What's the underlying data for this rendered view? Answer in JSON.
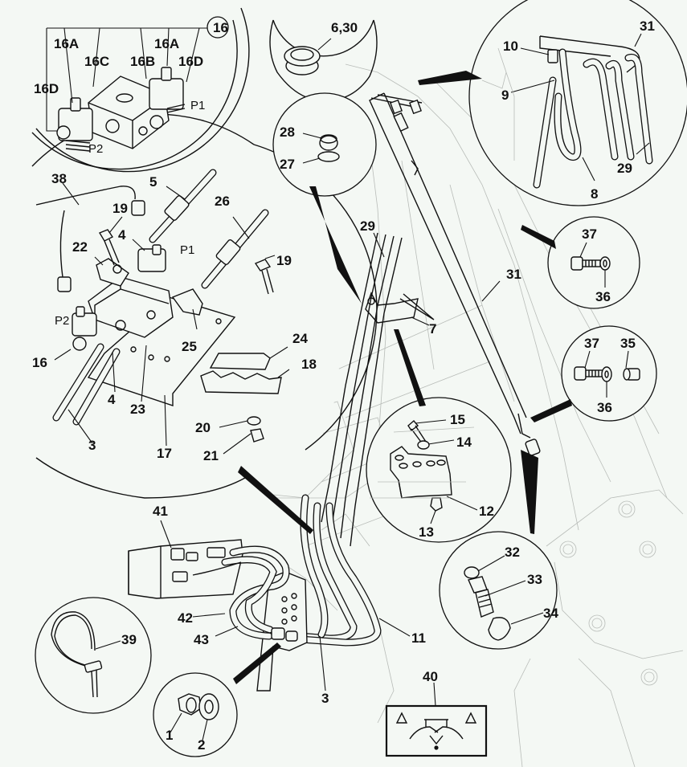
{
  "diagram": {
    "type": "exploded-parts-diagram",
    "subject": "Hydraulic hose routing with solenoid valve block",
    "background_color": "#f4f8f4",
    "ink_color": "#111111",
    "callouts": {
      "c16": "16",
      "c16a_left": "16A",
      "c16a_right": "16A",
      "c16b": "16B",
      "c16c": "16C",
      "c16d_left": "16D",
      "c16d_right": "16D",
      "p1_top": "P1",
      "p2_top": "P2",
      "c6_30": "6,30",
      "c28": "28",
      "c27": "27",
      "c10": "10",
      "c31_top": "31",
      "c9": "9",
      "c29_top": "29",
      "c8": "8",
      "c38": "38",
      "c5": "5",
      "c26": "26",
      "c19_left": "19",
      "c19_right": "19",
      "c4_top": "4",
      "c22": "22",
      "p1_main": "P1",
      "p2_main": "P2",
      "c16_main": "16",
      "c25": "25",
      "c24": "24",
      "c18": "18",
      "c4_bottom": "4",
      "c23": "23",
      "c3_left": "3",
      "c17": "17",
      "c20": "20",
      "c21": "21",
      "c29_mid": "29",
      "c31_mid": "31",
      "c7": "7",
      "c37_top": "37",
      "c36_top": "36",
      "c37_bottom": "37",
      "c35": "35",
      "c36_bottom": "36",
      "c15": "15",
      "c14": "14",
      "c12": "12",
      "c13": "13",
      "c41": "41",
      "c42": "42",
      "c43": "43",
      "c11": "11",
      "c3_bottom": "3",
      "c39": "39",
      "c1": "1",
      "c2": "2",
      "c40": "40",
      "c32": "32",
      "c33": "33",
      "c34": "34"
    },
    "detail_views": [
      {
        "id": "valve-block-detail",
        "items": [
          "16",
          "16A",
          "16B",
          "16C",
          "16D",
          "P1",
          "P2"
        ]
      },
      {
        "id": "plug-detail",
        "items": [
          "6,30"
        ]
      },
      {
        "id": "grommet-detail",
        "items": [
          "28",
          "27"
        ]
      },
      {
        "id": "hose-bracket-detail",
        "items": [
          "10",
          "31",
          "9",
          "29",
          "8"
        ]
      },
      {
        "id": "valve-mount-detail",
        "items": [
          "38",
          "5",
          "26",
          "19",
          "4",
          "22",
          "P1",
          "P2",
          "16",
          "25",
          "24",
          "18",
          "23",
          "3",
          "17",
          "20",
          "21"
        ]
      },
      {
        "id": "screw-washer-detail",
        "items": [
          "37",
          "36"
        ]
      },
      {
        "id": "screw-washer-spacer-detail",
        "items": [
          "37",
          "36",
          "35"
        ]
      },
      {
        "id": "clamp-plate-detail",
        "items": [
          "15",
          "14",
          "12",
          "13"
        ]
      },
      {
        "id": "cable-tie-detail",
        "items": [
          "39"
        ]
      },
      {
        "id": "nut-washer-detail",
        "items": [
          "1",
          "2"
        ]
      },
      {
        "id": "coupler-detail",
        "items": [
          "32",
          "33",
          "34"
        ]
      },
      {
        "id": "warning-decal",
        "items": [
          "40"
        ]
      }
    ],
    "decal": {
      "warning_symbol": "⚠"
    }
  }
}
